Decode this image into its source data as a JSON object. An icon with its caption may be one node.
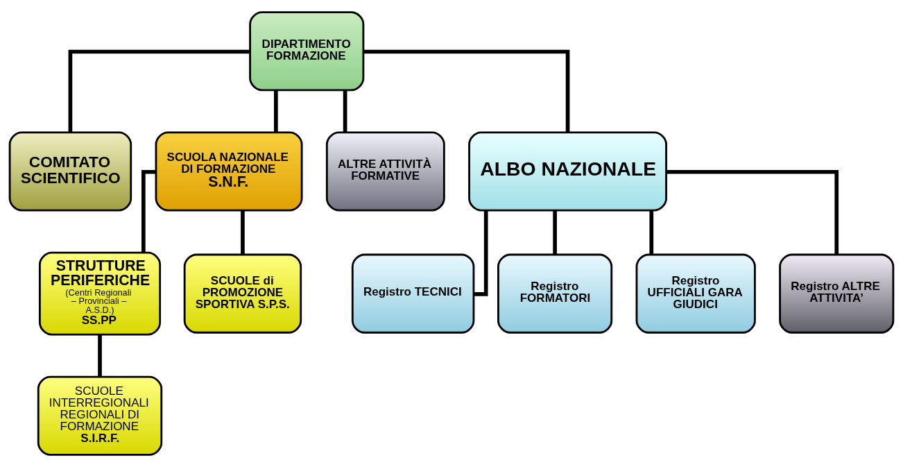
{
  "diagram": {
    "nodes": [
      {
        "text": [
          "DIPARTIMENTO FORMAZIONE"
        ]
      },
      {
        "text": [
          "COMITATO SCIENTIFICO"
        ]
      },
      {
        "text": [
          "SCUOLA NAZIONALE DI FORMAZIONE",
          "S.N.F."
        ]
      },
      {
        "text": [
          "ALTRE ATTIVITÀ FORMATIVE"
        ]
      },
      {
        "text": [
          "ALBO NAZIONALE"
        ]
      },
      {
        "text": [
          "STRUTTURE PERIFERICHE",
          "(Centri Regionali – Provinciali – A.S.D.)",
          "SS.PP"
        ]
      },
      {
        "text": [
          "SCUOLE di PROMOZIONE SPORTIVA S.P.S."
        ]
      },
      {
        "text": [
          "Registro TECNICI"
        ]
      },
      {
        "text": [
          "Registro FORMATORI"
        ]
      },
      {
        "text": [
          "Registro UFFICIALI GARA GIUDICI"
        ]
      },
      {
        "text": [
          "Registro ALTRE ATTIVITA’"
        ]
      },
      {
        "text": [
          "SCUOLE INTERREGIONALI REGIONALI DI FORMAZIONE",
          "S.I.R.F."
        ]
      }
    ],
    "edges": [
      {
        "from": 0,
        "to": 1,
        "arrow": "none"
      },
      {
        "from": 0,
        "to": 2,
        "arrow": "none"
      },
      {
        "from": 0,
        "to": 3,
        "arrow": "none"
      },
      {
        "from": 0,
        "to": 4,
        "arrow": "none"
      },
      {
        "from": 2,
        "to": 5,
        "arrow": "none"
      },
      {
        "from": 2,
        "to": 6,
        "arrow": "none"
      },
      {
        "from": 4,
        "to": 7,
        "arrow": "none"
      },
      {
        "from": 4,
        "to": 8,
        "arrow": "none"
      },
      {
        "from": 4,
        "to": 9,
        "arrow": "none"
      },
      {
        "from": 4,
        "to": 10,
        "arrow": "none"
      },
      {
        "from": 5,
        "to": 11,
        "arrow": "none"
      }
    ]
  }
}
